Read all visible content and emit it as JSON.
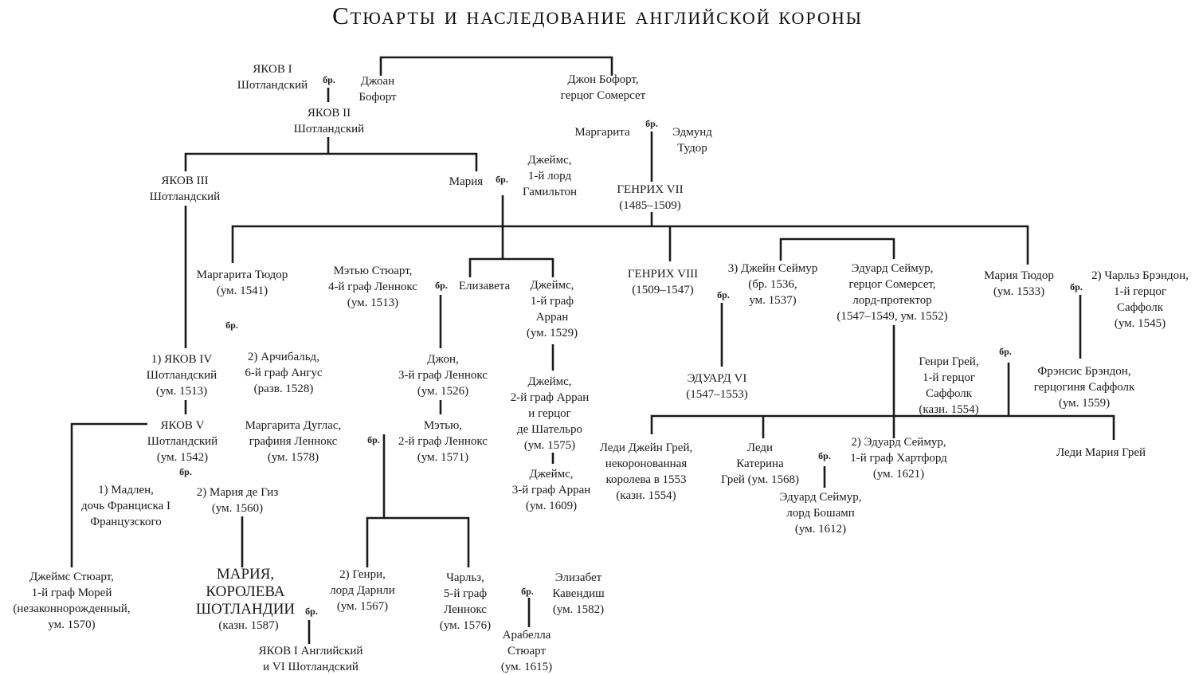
{
  "title": "Стюарты и наследование английской короны",
  "marriage_label": "бр.",
  "people": {
    "jacob1_scot": [
      "ЯКОВ I",
      "Шотландский"
    ],
    "joan_beaufort": [
      "Джоан",
      "Бофорт"
    ],
    "john_beaufort": [
      "Джон Бофорт,",
      "герцог Сомерсет"
    ],
    "jacob2_scot": [
      "ЯКОВ II",
      "Шотландский"
    ],
    "margaret_beaufort": [
      "Маргарита"
    ],
    "edmund_tudor": [
      "Эдмунд",
      "Тудор"
    ],
    "jacob3_scot": [
      "ЯКОВ III",
      "Шотландский"
    ],
    "maria_stewart": [
      "Мария"
    ],
    "james_hamilton_1": [
      "Джеймс,",
      "1-й лорд",
      "Гамильтон"
    ],
    "henry7": [
      "ГЕНРИХ VII",
      "(1485–1509)"
    ],
    "margaret_tudor": [
      "Маргарита Тюдор",
      "(ум. 1541)"
    ],
    "matthew_stewart_4": [
      "Мэтью Стюарт,",
      "4-й граф Леннокс",
      "(ум. 1513)"
    ],
    "elizabeth_hamilton": [
      "Елизавета"
    ],
    "james_arran_1": [
      "Джеймс,",
      "1-й граф",
      "Арран",
      "(ум. 1529)"
    ],
    "henry8": [
      "ГЕНРИХ VIII",
      "(1509–1547)"
    ],
    "jane_seymour": [
      "3) Джейн Сеймур",
      "(бр. 1536,",
      "ум. 1537)"
    ],
    "edward_seymour_somerset": [
      "Эдуард Сеймур,",
      "герцог Сомерсет,",
      "лорд-протектор",
      "(1547–1549, ум. 1552)"
    ],
    "mary_tudor": [
      "Мария Тюдор",
      "(ум. 1533)"
    ],
    "charles_brandon": [
      "2) Чарльз Брэндон,",
      "1-й герцог",
      "Саффолк",
      "(ум. 1545)"
    ],
    "jacob4_scot": [
      "1) ЯКОВ IV",
      "Шотландский",
      "(ум. 1513)"
    ],
    "archibald_angus": [
      "2) Арчибальд,",
      "6-й граф Ангус",
      "(разв. 1528)"
    ],
    "john_lennox_3": [
      "Джон,",
      "3-й граф Леннокс",
      "(ум. 1526)"
    ],
    "james_arran_2": [
      "Джеймс,",
      "2-й граф Арран",
      "и герцог",
      "де Шательро",
      "(ум. 1575)"
    ],
    "edward6": [
      "ЭДУАРД VI",
      "(1547–1553)"
    ],
    "henry_grey": [
      "Генри Грей,",
      "1-й герцог",
      "Саффолк",
      "(казн. 1554)"
    ],
    "frances_brandon": [
      "Фрэнсис Брэндон,",
      "герцогиня Саффолк",
      "(ум. 1559)"
    ],
    "jacob5_scot": [
      "ЯКОВ V",
      "Шотландский",
      "(ум. 1542)"
    ],
    "margaret_douglas": [
      "Маргарита Дуглас,",
      "графиня Леннокс",
      "(ум. 1578)"
    ],
    "matthew_lennox_2": [
      "Мэтью,",
      "2-й граф Леннокс",
      "(ум. 1571)"
    ],
    "james_arran_3": [
      "Джеймс,",
      "3-й граф Арран",
      "(ум. 1609)"
    ],
    "lady_jane_grey": [
      "Леди Джейн Грей,",
      "некоронованная",
      "королева в 1553",
      "(казн. 1554)"
    ],
    "katherine_grey": [
      "Леди",
      "Катерина",
      "Грей (ум. 1568)"
    ],
    "edward_seymour_hertford": [
      "2) Эдуард Сеймур,",
      "1-й граф Хартфорд",
      "(ум. 1621)"
    ],
    "lady_mary_grey": [
      "Леди Мария Грей"
    ],
    "edward_seymour_beauchamp": [
      "Эдуард Сеймур,",
      "лорд Бошамп",
      "(ум. 1612)"
    ],
    "madeleine": [
      "1) Мадлен,",
      "дочь Франциска I",
      "Французского"
    ],
    "mary_of_guise": [
      "2) Мария де Гиз",
      "(ум. 1560)"
    ],
    "james_stewart_moray": [
      "Джеймс Стюарт,",
      "1-й граф Морей",
      "(незаконнорожденный,",
      "ум. 1570)"
    ],
    "mary_queen_of_scots": [
      "МАРИЯ,",
      "КОРОЛЕВА",
      "ШОТЛАНДИИ"
    ],
    "mary_queen_of_scots_note": [
      "(казн. 1587)"
    ],
    "henry_darnley": [
      "2) Генри,",
      "лорд Дарнли",
      "(ум. 1567)"
    ],
    "charles_lennox_5": [
      "Чарльз,",
      "5-й граф",
      "Леннокс",
      "(ум. 1576)"
    ],
    "elizabeth_cavendish": [
      "Элизабет",
      "Кавендиш",
      "(ум. 1582)"
    ],
    "arabella_stuart": [
      "Арабелла",
      "Стюарт",
      "(ум. 1615)"
    ],
    "james_vi_i": [
      "ЯКОВ I Английский",
      "и VI Шотландский"
    ]
  }
}
